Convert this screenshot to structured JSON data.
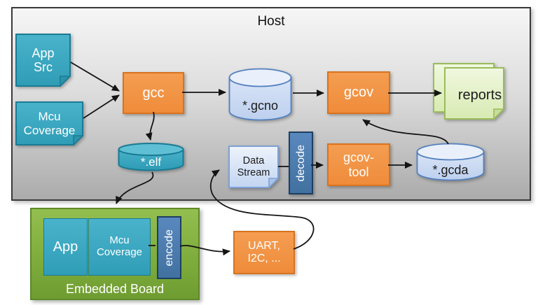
{
  "host": {
    "title": "Host"
  },
  "nodes": {
    "app_src": {
      "label": "App\nSrc",
      "shape": "note"
    },
    "mcu_coverage_src": {
      "label": "Mcu\nCoverage",
      "shape": "note"
    },
    "gcc": {
      "label": "gcc",
      "shape": "box"
    },
    "gcno": {
      "label": "*.gcno",
      "shape": "cylinder"
    },
    "gcov": {
      "label": "gcov",
      "shape": "box"
    },
    "reports": {
      "label": "reports",
      "shape": "stacked-notes"
    },
    "elf": {
      "label": "*.elf",
      "shape": "cylinder"
    },
    "data_stream": {
      "label": "Data\nStream",
      "shape": "note"
    },
    "decode": {
      "label": "decode",
      "shape": "vertical-box"
    },
    "gcov_tool": {
      "label": "gcov-\ntool",
      "shape": "box"
    },
    "gcda": {
      "label": "*.gcda",
      "shape": "cylinder"
    },
    "embedded_board": {
      "label": "Embedded Board",
      "shape": "container"
    },
    "app": {
      "label": "App",
      "shape": "box"
    },
    "mcu_coverage_rt": {
      "label": "Mcu\nCoverage",
      "shape": "box"
    },
    "encode": {
      "label": "encode",
      "shape": "vertical-box"
    },
    "uart": {
      "label": "UART,\nI2C, ...",
      "shape": "box"
    }
  },
  "edges": [
    {
      "from": "app-src",
      "to": "gcc"
    },
    {
      "from": "mcu-coverage-src",
      "to": "gcc"
    },
    {
      "from": "gcc",
      "to": "gcno"
    },
    {
      "from": "gcno",
      "to": "gcov"
    },
    {
      "from": "gcov",
      "to": "reports"
    },
    {
      "from": "gcc",
      "to": "elf"
    },
    {
      "from": "elf",
      "to": "embedded-board"
    },
    {
      "from": "gcda",
      "to": "gcov"
    },
    {
      "from": "data-stream",
      "to": "decode"
    },
    {
      "from": "decode",
      "to": "gcov-tool"
    },
    {
      "from": "gcov-tool",
      "to": "gcda"
    },
    {
      "from": "mcu-coverage-rt",
      "to": "encode"
    },
    {
      "from": "encode",
      "to": "uart"
    },
    {
      "from": "uart",
      "to": "data-stream"
    }
  ],
  "colors": {
    "teal": "#3BA7C0",
    "orange": "#F0913F",
    "steel_blue": "#4A7DB5",
    "board_green": "#7FAD3D",
    "cylinder_blue": "#C9DAF3",
    "note_green": "#DDEDBF",
    "note_blue": "#D3E1F7",
    "host_border": "#3A3A3A"
  }
}
